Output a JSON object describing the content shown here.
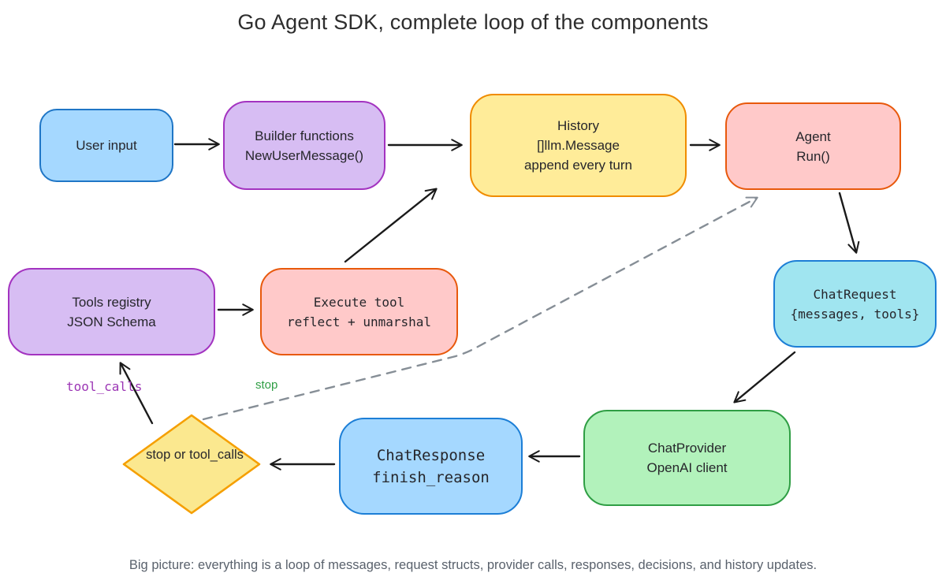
{
  "title": "Go Agent SDK, complete loop of the components",
  "caption": "Big picture: everything is a loop of messages, request structs, provider calls, responses, decisions, and history updates.",
  "colors": {
    "arrow": "#1a1a1a",
    "dashed_arrow": "#868e96",
    "title_text": "#2d2d2d",
    "caption_text": "#59616c",
    "node_text": "#26262b"
  },
  "nodes": {
    "user_input": {
      "lines": [
        "User input"
      ],
      "fill": "#a5d8ff",
      "border": "#1f76c6"
    },
    "builder": {
      "lines": [
        "Builder functions",
        "NewUserMessage()"
      ],
      "fill": "#d7bdf3",
      "border": "#a333c0"
    },
    "history": {
      "lines": [
        "History",
        "[]llm.Message",
        "append every turn"
      ],
      "fill": "#ffec99",
      "border": "#f08c00"
    },
    "agent": {
      "lines": [
        "Agent",
        "Run()"
      ],
      "fill": "#ffc9c9",
      "border": "#e8590c"
    },
    "chat_request": {
      "lines": [
        "ChatRequest",
        "{messages, tools}"
      ],
      "fill": "#a0e5f0",
      "border": "#1c7ed6"
    },
    "chat_provider": {
      "lines": [
        "ChatProvider",
        "OpenAI client"
      ],
      "fill": "#b2f2bb",
      "border": "#2f9e44"
    },
    "chat_response": {
      "lines": [
        "ChatResponse",
        "finish_reason"
      ],
      "fill": "#a5d8ff",
      "border": "#1c7ed6"
    },
    "tools_registry": {
      "lines": [
        "Tools registry",
        "JSON Schema"
      ],
      "fill": "#d7bdf3",
      "border": "#a333c0"
    },
    "execute_tool": {
      "lines": [
        "Execute tool",
        "reflect + unmarshal"
      ],
      "fill": "#ffc9c9",
      "border": "#e8590c"
    },
    "decision": {
      "lines": [
        "stop or",
        "tool_calls"
      ],
      "fill": "#fbe88f",
      "border": "#f59f00"
    }
  },
  "edge_labels": {
    "tool_calls": {
      "text": "tool_calls",
      "color": "#9c36b5"
    },
    "stop": {
      "text": "stop",
      "color": "#2f9e44"
    }
  },
  "edges": [
    {
      "from": "user_input",
      "to": "builder",
      "style": "solid"
    },
    {
      "from": "builder",
      "to": "history",
      "style": "solid"
    },
    {
      "from": "history",
      "to": "agent",
      "style": "solid"
    },
    {
      "from": "agent",
      "to": "chat_request",
      "style": "solid"
    },
    {
      "from": "chat_request",
      "to": "chat_provider",
      "style": "solid"
    },
    {
      "from": "chat_provider",
      "to": "chat_response",
      "style": "solid"
    },
    {
      "from": "chat_response",
      "to": "decision",
      "style": "solid"
    },
    {
      "from": "decision",
      "to": "tools_registry",
      "style": "solid",
      "label": "tool_calls"
    },
    {
      "from": "tools_registry",
      "to": "execute_tool",
      "style": "solid"
    },
    {
      "from": "execute_tool",
      "to": "history",
      "style": "solid"
    },
    {
      "from": "decision",
      "to": "agent",
      "style": "dashed",
      "label": "stop"
    }
  ]
}
